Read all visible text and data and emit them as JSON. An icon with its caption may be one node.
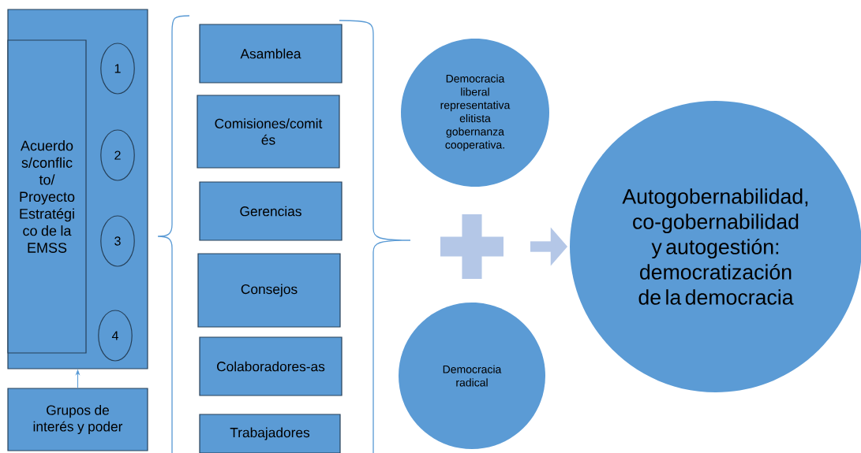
{
  "diagram": {
    "nodes": [
      {
        "text": [],
        "shape": "box"
      },
      {
        "text": [
          "Acuerdo s/conflic to/ Proyecto Estratégi co de la EMSS"
        ],
        "in": 0
      },
      {
        "text": [
          "1"
        ],
        "in": 0
      },
      {
        "text": [
          "2"
        ],
        "in": 0
      },
      {
        "text": [
          "3"
        ],
        "in": 0
      },
      {
        "text": [
          "4"
        ],
        "in": 0
      },
      {
        "text": [
          "Grupos de interés y poder"
        ]
      },
      {
        "text": [
          "Asamblea"
        ]
      },
      {
        "text": [
          "Comisiones/comit és"
        ]
      },
      {
        "text": [
          "Gerencias"
        ]
      },
      {
        "text": [
          "Consejos"
        ]
      },
      {
        "text": [
          "Colaboradores-as"
        ]
      },
      {
        "text": [
          "Trabajadores"
        ]
      },
      {
        "text": [
          "Democracia liberal representativa elitista gobernanza cooperativa."
        ]
      },
      {
        "text": [
          "Democracia radical"
        ]
      },
      {
        "text": [],
        "shape": "plus"
      },
      {
        "text": [
          "Autogobernabilidad, co-gobernabilidad y autogestión: democratización de la democracia"
        ]
      }
    ],
    "edges": [
      {
        "from": 6,
        "to": 0,
        "arrow": "to"
      },
      {
        "from": null,
        "to": 16,
        "arrow": "to",
        "style": "thick",
        "color": "#b4c7e7"
      }
    ]
  }
}
